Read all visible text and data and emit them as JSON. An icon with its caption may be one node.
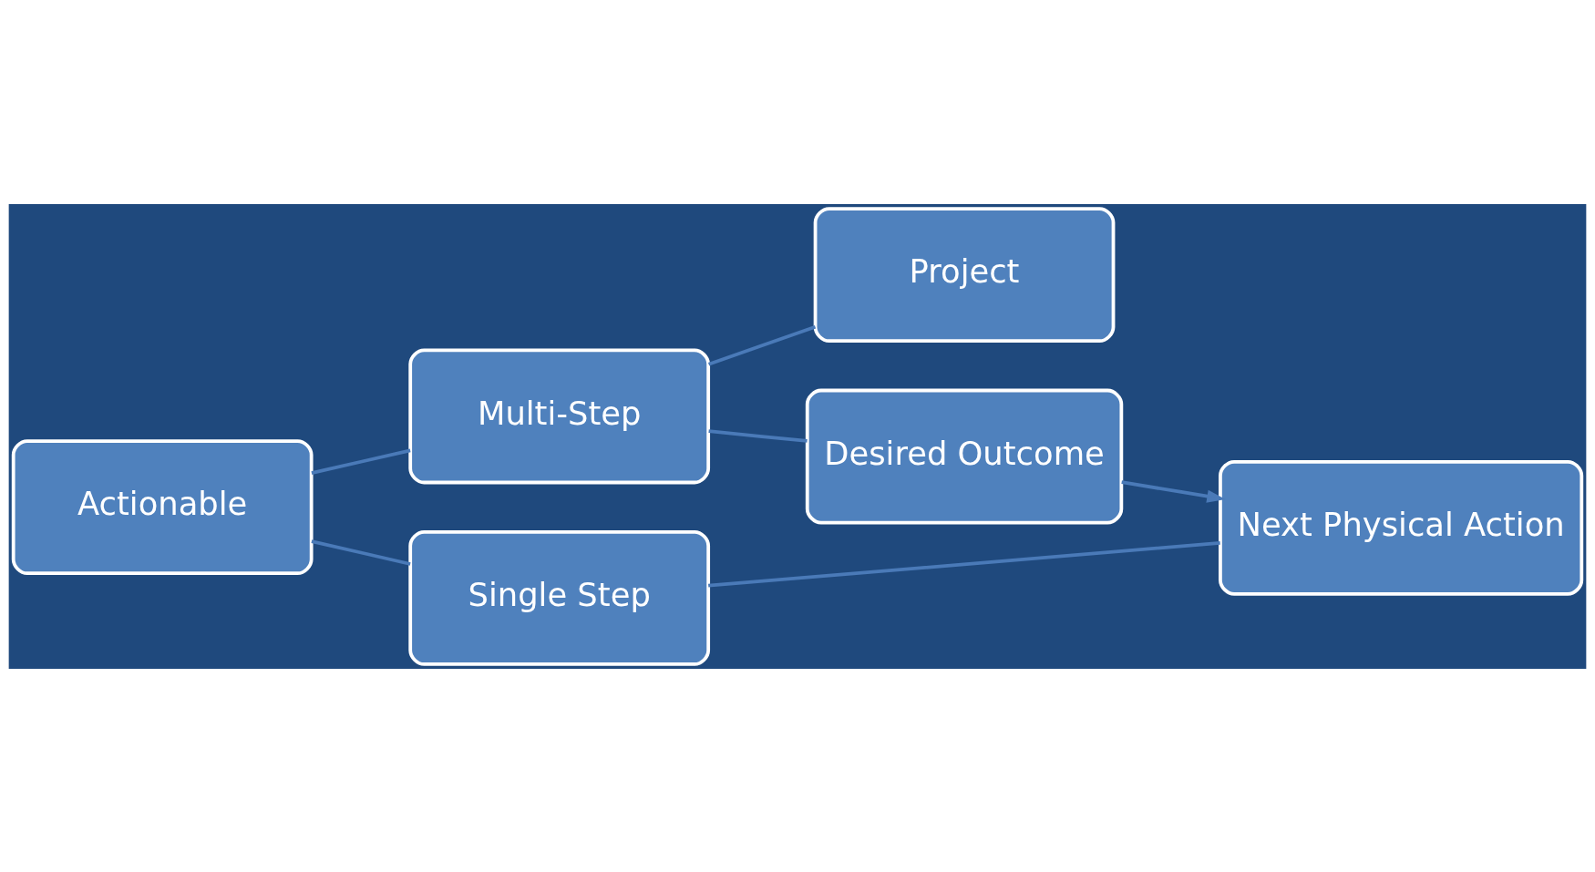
{
  "diagram": {
    "nodes": [
      {
        "text": [
          "Actionable"
        ]
      },
      {
        "text": [
          "Multi-Step"
        ]
      },
      {
        "text": [
          "Single Step"
        ]
      },
      {
        "text": [
          "Project"
        ]
      },
      {
        "text": [
          "Desired Outcome"
        ]
      },
      {
        "text": [
          "Next Physical Action"
        ]
      }
    ],
    "edges": [
      {
        "from": 0,
        "to": 1,
        "arrow": "none"
      },
      {
        "from": 0,
        "to": 2,
        "arrow": "none"
      },
      {
        "from": 1,
        "to": 3,
        "arrow": "none"
      },
      {
        "from": 1,
        "to": 4,
        "arrow": "none"
      },
      {
        "from": 4,
        "to": 5,
        "arrow": "to"
      },
      {
        "from": 2,
        "to": 5,
        "arrow": "none"
      }
    ]
  }
}
